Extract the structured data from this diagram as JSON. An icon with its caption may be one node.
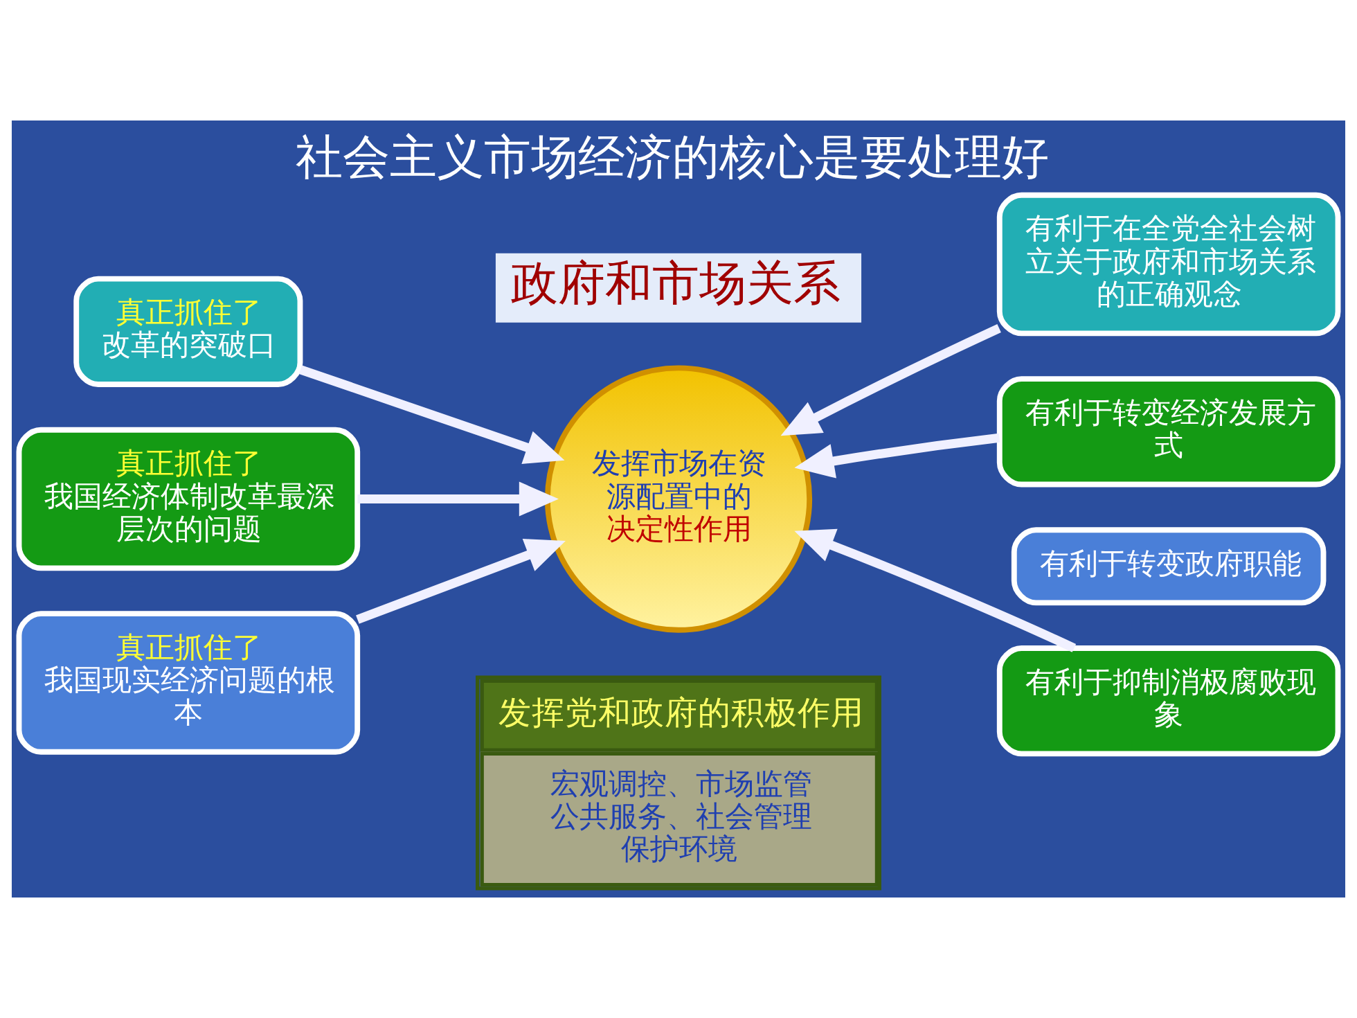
{
  "diagram": {
    "title": "社会主义市场经济的核心是要处理好",
    "nodes": [
      {
        "text": [
          "真正抓住了",
          "改革的突破口"
        ]
      },
      {
        "text": [
          "真正抓住了",
          "我国经济体制改革最深层次的问题"
        ]
      },
      {
        "text": [
          "真正抓住了",
          "我国现实经济问题的根本"
        ]
      },
      {
        "text": [
          "发挥市场在资源配置中的",
          "决定性作用"
        ]
      },
      {
        "text": [
          "有利于在全党全社会树立关于政府和市场关系的正确观念"
        ]
      },
      {
        "text": [
          "有利于转变经济发展方式"
        ]
      },
      {
        "text": [
          "有利于转变政府职能"
        ]
      },
      {
        "text": [
          "有利于抑制消极腐败现象"
        ]
      },
      {
        "text": [
          "发挥党和政府的积极作用",
          "宏观调控、市场监管公共服务、社会管理保护环境"
        ]
      }
    ],
    "edges": [
      {
        "from": 0,
        "to": 3,
        "arrow": "to"
      },
      {
        "from": 1,
        "to": 3,
        "arrow": "to"
      },
      {
        "from": 2,
        "to": 3,
        "arrow": "to"
      },
      {
        "from": 4,
        "to": 3,
        "arrow": "to"
      },
      {
        "from": 5,
        "to": 3,
        "arrow": "to"
      },
      {
        "from": 7,
        "to": 3,
        "arrow": "to"
      }
    ],
    "labels": [
      "政府和市场关系"
    ]
  }
}
